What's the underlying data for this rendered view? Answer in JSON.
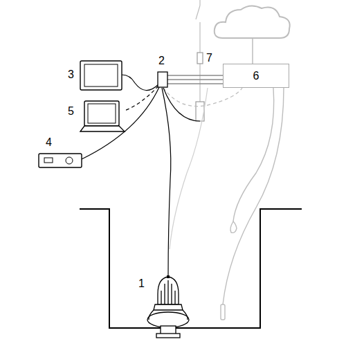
{
  "diagram": {
    "nodes": [
      {
        "text": [
          "6"
        ]
      }
    ],
    "labels": [
      "1",
      "2",
      "3",
      "4",
      "5",
      "7"
    ]
  }
}
